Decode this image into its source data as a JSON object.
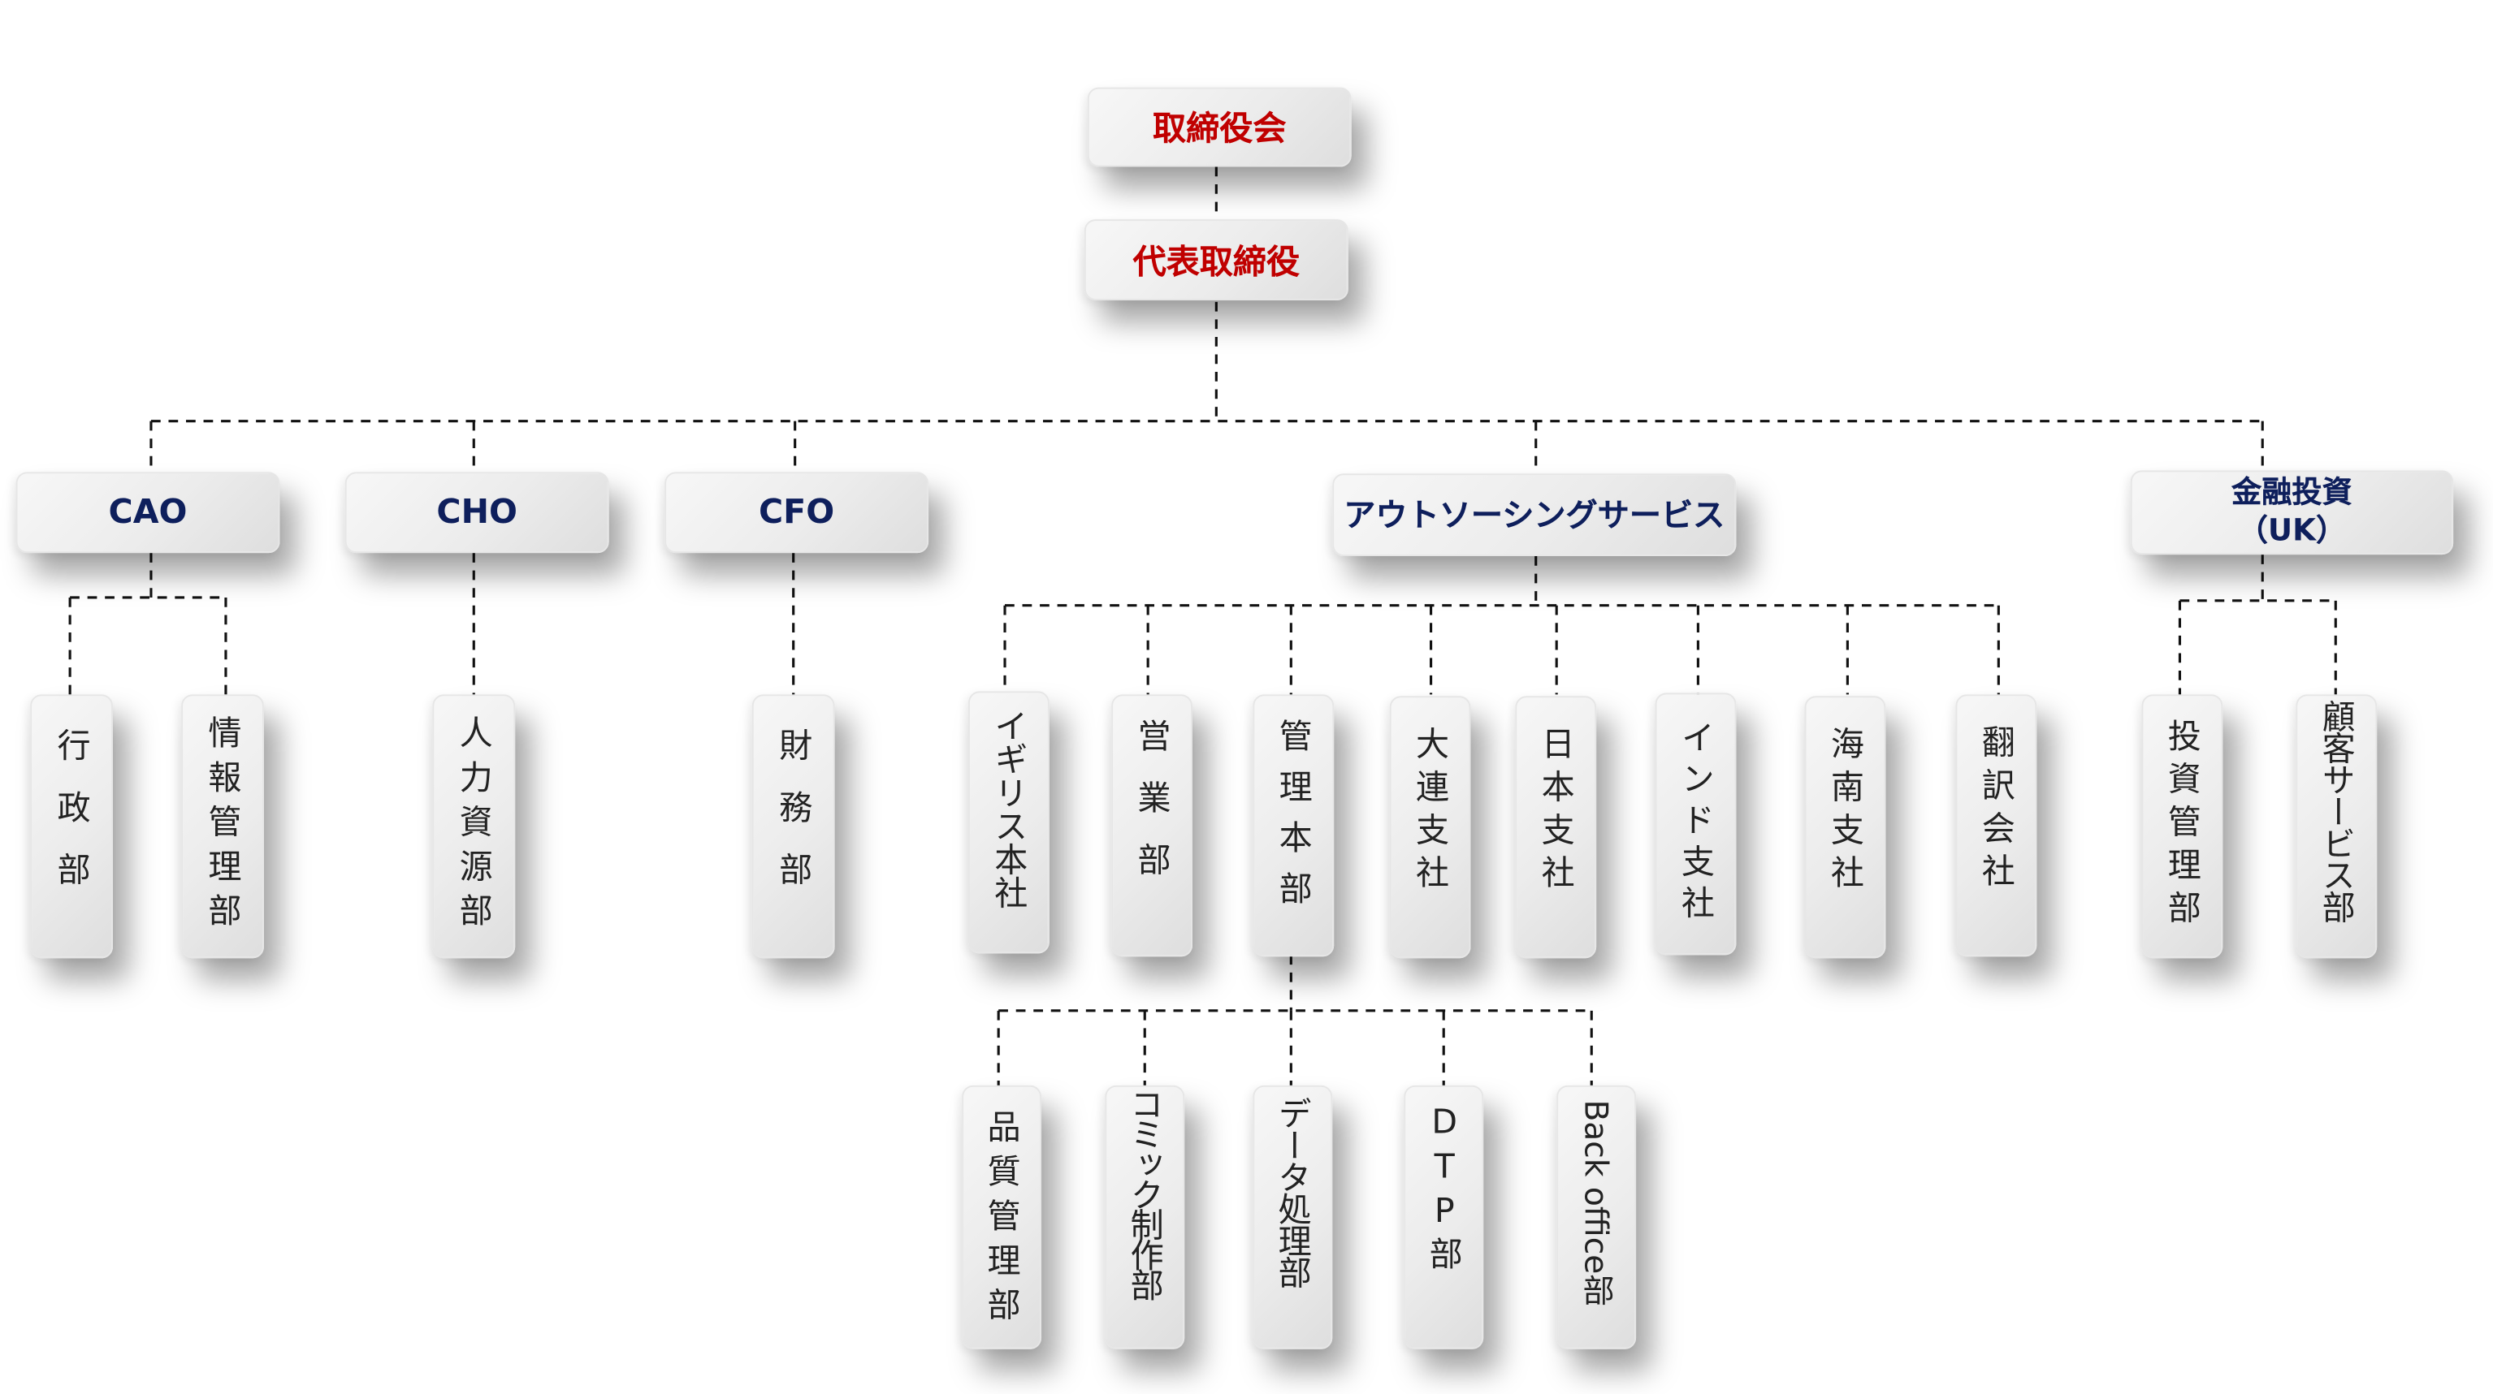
{
  "chart": {
    "top": [
      {
        "id": "board",
        "label": "取締役会"
      },
      {
        "id": "ceo",
        "label": "代表取締役"
      }
    ],
    "executives": [
      {
        "id": "cao",
        "label": "CAO"
      },
      {
        "id": "cho",
        "label": "CHO"
      },
      {
        "id": "cfo",
        "label": "CFO"
      },
      {
        "id": "outsourcing",
        "label": "アウトソーシングサービス"
      },
      {
        "id": "finance_uk",
        "label": "金融投資\n(UK)",
        "label_line1": "金融投資",
        "label_line2": "（UK）"
      }
    ],
    "departments": {
      "cao": [
        "行政部",
        "情報管理部"
      ],
      "cho": [
        "人力資源部"
      ],
      "cfo": [
        "財務部"
      ],
      "outsourcing": [
        "イギリス本社",
        "営業部",
        "管理本部",
        "大連支社",
        "日本支社",
        "インド支社",
        "海南支社",
        "翻訳会社"
      ],
      "finance_uk": [
        "投資管理部",
        "顧客サービス部"
      ]
    },
    "sub_departments": {
      "management_hq": [
        "品質管理部",
        "コミック制作部",
        "データ処理部",
        "DTP部",
        "Back office部"
      ]
    }
  },
  "colors": {
    "top_text": "#c00000",
    "exec_text": "#0e1f5c",
    "dept_text": "#222222",
    "connector": "#111111"
  }
}
